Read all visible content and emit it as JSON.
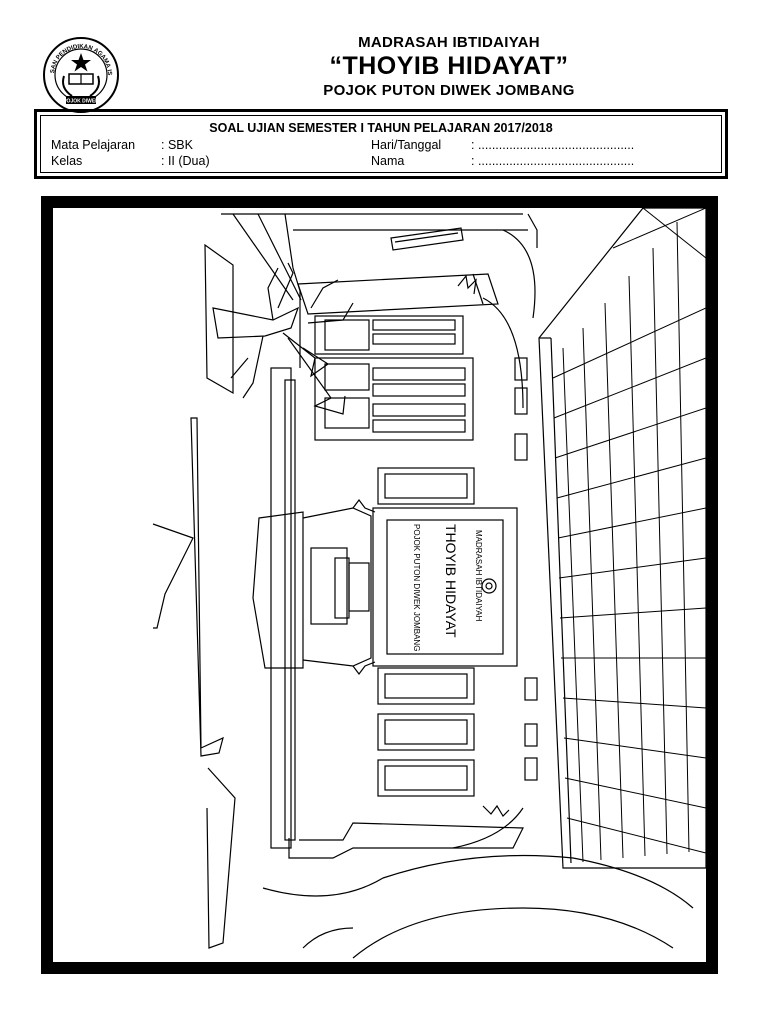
{
  "header": {
    "school_type": "MADRASAH IBTIDAIYAH",
    "school_name": "“THOYIB HIDAYAT”",
    "address": "POJOK PUTON DIWEK JOMBANG"
  },
  "logo": {
    "ring_text": "YAYASAN PENDIDIKAN AGAMA ISLAM",
    "bottom_text": "POJOK DIWEK"
  },
  "exam": {
    "title": "SOAL UJIAN SEMESTER I TAHUN PELAJARAN 2017/2018",
    "subject_label": "Mata Pelajaran",
    "subject_value": ": SBK",
    "class_label": "Kelas",
    "class_value": ": II (Dua)",
    "date_label": "Hari/Tanggal",
    "date_value": ": .............................................",
    "name_label": "Nama",
    "name_value": ": ............................................."
  },
  "illustration": {
    "sign_school_type": "MADRASAH IBTIDAIYAH",
    "sign_name": "THOYIB HIDAYAT",
    "sign_address": "POJOK PUTON DIWEK JOMBANG"
  }
}
